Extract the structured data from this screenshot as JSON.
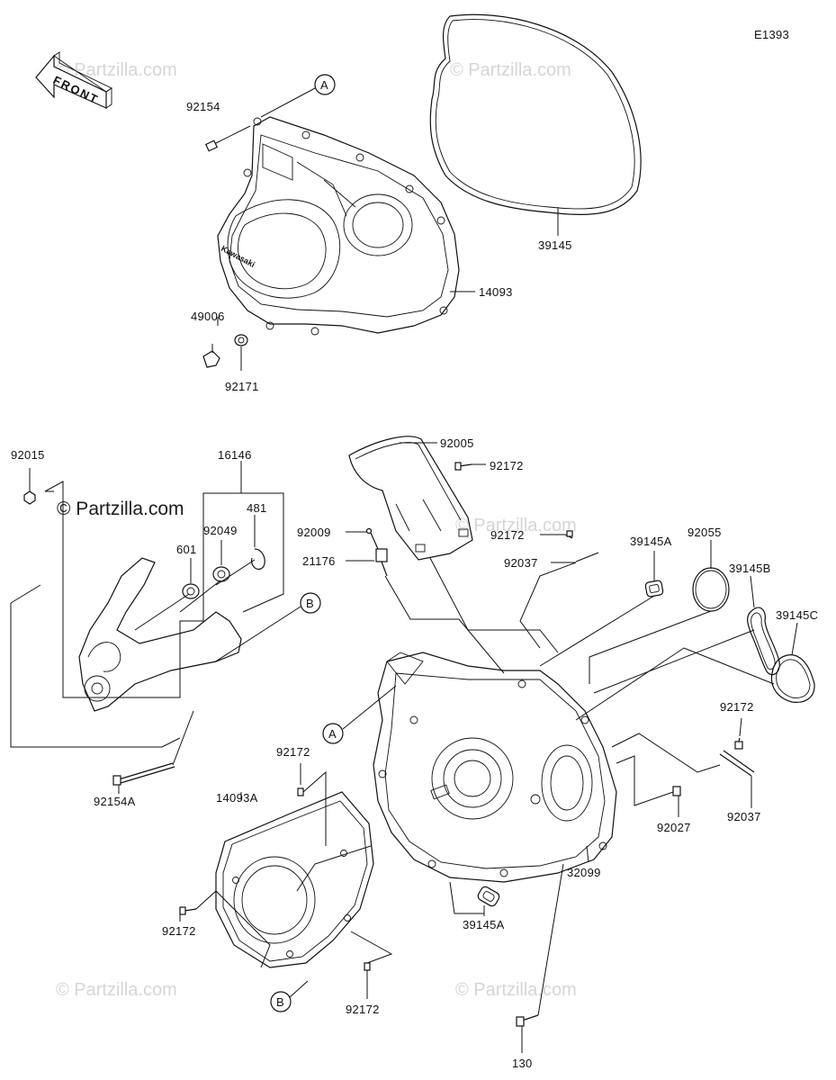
{
  "diagram": {
    "code": "E1393",
    "front_label": "FRONT",
    "watermarks": {
      "brand": "© Partzilla.com"
    },
    "callouts": {
      "a": "A",
      "b": "B"
    },
    "parts": [
      {
        "id": "p92154",
        "label": "92154"
      },
      {
        "id": "p14093",
        "label": "14093"
      },
      {
        "id": "p39145",
        "label": "39145"
      },
      {
        "id": "p49006",
        "label": "49006"
      },
      {
        "id": "p92171",
        "label": "92171"
      },
      {
        "id": "p92015",
        "label": "92015"
      },
      {
        "id": "p16146",
        "label": "16146"
      },
      {
        "id": "p481",
        "label": "481"
      },
      {
        "id": "p92049",
        "label": "92049"
      },
      {
        "id": "p601",
        "label": "601"
      },
      {
        "id": "p92005",
        "label": "92005"
      },
      {
        "id": "p92172a",
        "label": "92172"
      },
      {
        "id": "p92009",
        "label": "92009"
      },
      {
        "id": "p92172b",
        "label": "92172"
      },
      {
        "id": "p21176",
        "label": "21176"
      },
      {
        "id": "p92037a",
        "label": "92037"
      },
      {
        "id": "p39145A_top",
        "label": "39145A"
      },
      {
        "id": "p92055",
        "label": "92055"
      },
      {
        "id": "p39145B",
        "label": "39145B"
      },
      {
        "id": "p39145C",
        "label": "39145C"
      },
      {
        "id": "p92172c",
        "label": "92172"
      },
      {
        "id": "p92172d",
        "label": "92172"
      },
      {
        "id": "p14093A",
        "label": "14093A"
      },
      {
        "id": "p92154A",
        "label": "92154A"
      },
      {
        "id": "p92027",
        "label": "92027"
      },
      {
        "id": "p92037b",
        "label": "92037"
      },
      {
        "id": "p32099",
        "label": "32099"
      },
      {
        "id": "p92172e",
        "label": "92172"
      },
      {
        "id": "p39145A_bot",
        "label": "39145A"
      },
      {
        "id": "p92172f",
        "label": "92172"
      },
      {
        "id": "p130",
        "label": "130"
      }
    ]
  }
}
